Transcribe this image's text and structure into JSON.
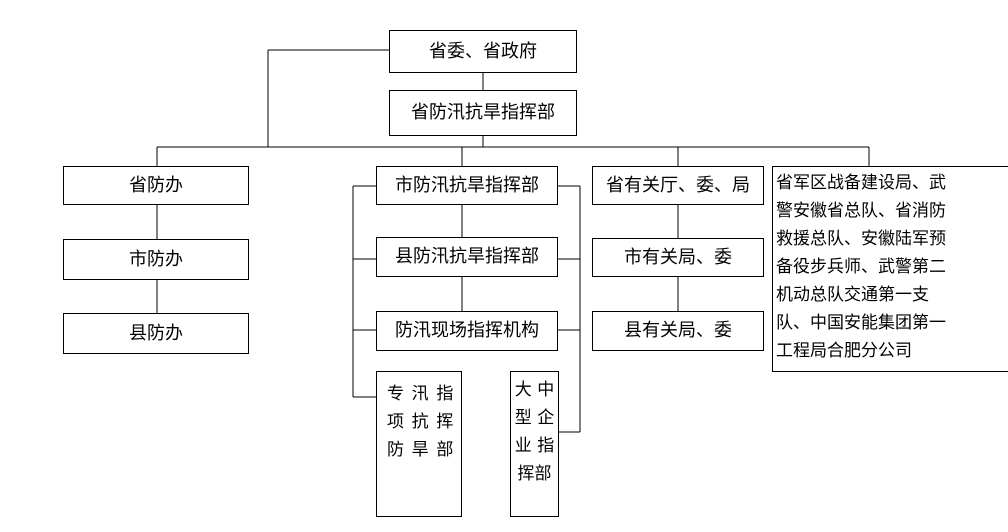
{
  "nodes": {
    "top": "省委、省政府",
    "prov_hq": "省防汛抗旱指挥部",
    "prov_office": "省防办",
    "city_office": "市防办",
    "county_office": "县防办",
    "city_hq": "市防汛抗旱指挥部",
    "county_hq": "县防汛抗旱指挥部",
    "field_hq": "防汛现场指挥机构",
    "special_hq_lines": [
      "专项防",
      "汛抗旱",
      "指挥部"
    ],
    "enterprise_hq_lines": [
      "大 中",
      "型 企",
      "业 指",
      "挥部"
    ],
    "prov_depts": "省有关厅、委、局",
    "city_depts": "市有关局、委",
    "county_depts": "县有关局、委",
    "military_lines": [
      "省军区战备建设局、武",
      "警安徽省总队、省消防",
      "救援总队、安徽陆军预",
      "备役步兵师、武警第二",
      "机动总队交通第一支",
      "队、中国安能集团第一",
      "工程局合肥分公司"
    ]
  }
}
